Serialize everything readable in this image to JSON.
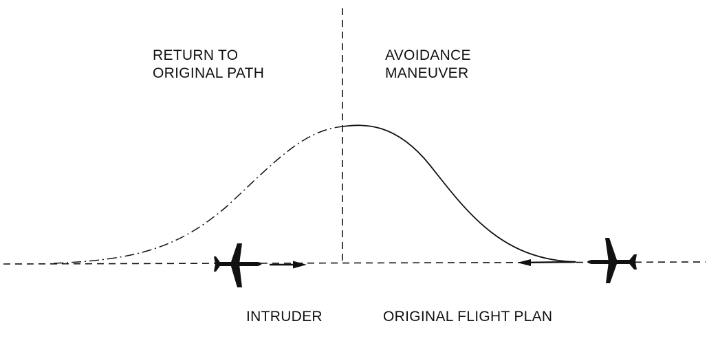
{
  "labels": {
    "return_line1": "RETURN TO",
    "return_line2": "ORIGINAL PATH",
    "avoid_line1": "AVOIDANCE",
    "avoid_line2": "MANEUVER",
    "intruder": "INTRUDER",
    "flight_plan": "ORIGINAL FLIGHT PLAN"
  },
  "colors": {
    "ink": "#111111",
    "background": "#ffffff"
  }
}
